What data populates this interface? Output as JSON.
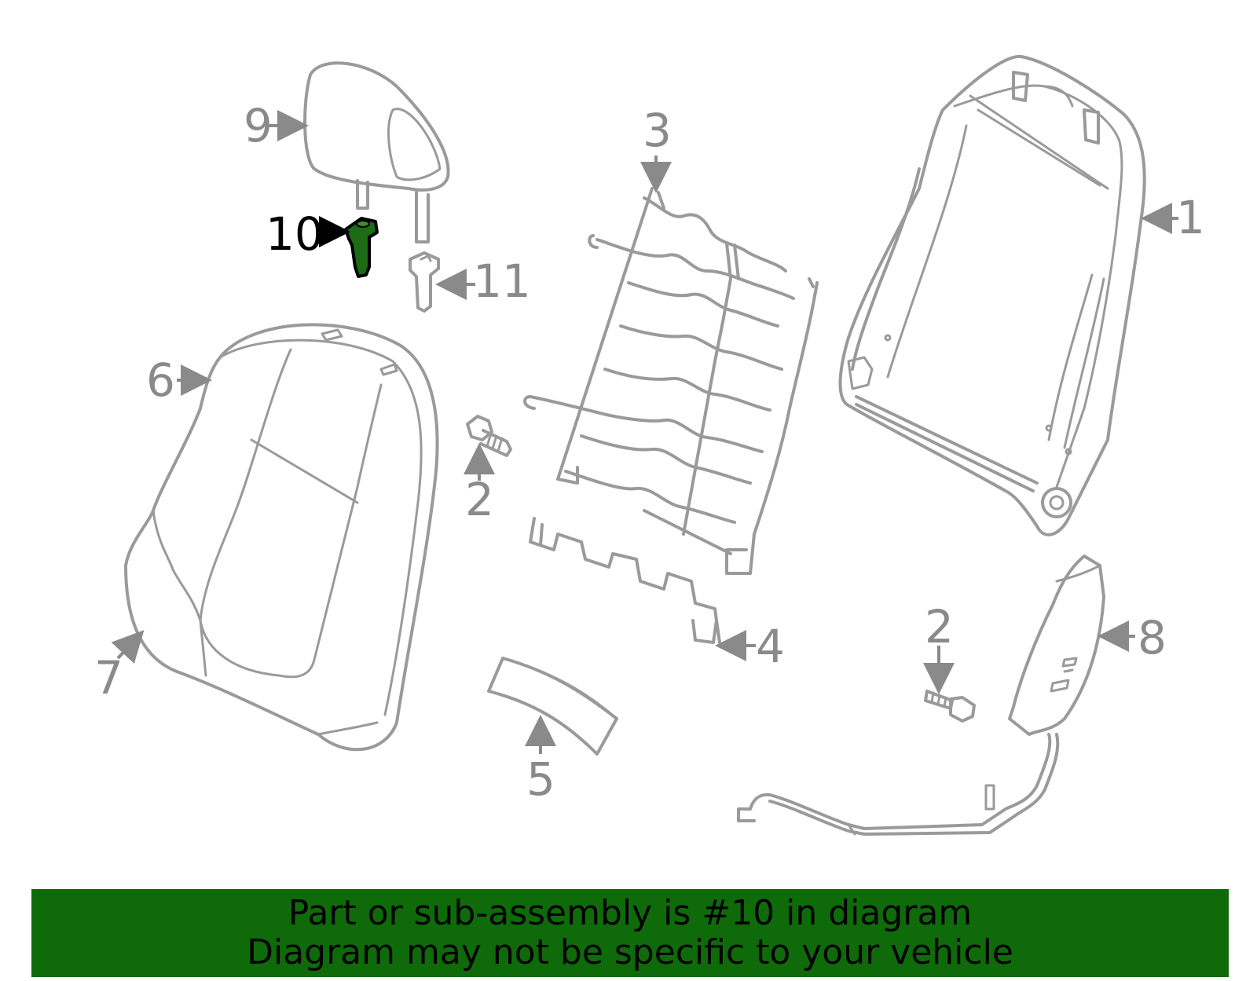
{
  "callouts": {
    "c1": "1",
    "c2a": "2",
    "c2b": "2",
    "c3": "3",
    "c4": "4",
    "c5": "5",
    "c6": "6",
    "c7": "7",
    "c8": "8",
    "c9": "9",
    "c10": "10",
    "c11": "11"
  },
  "highlighted_part": "10",
  "colors": {
    "highlight": "#1e6b15",
    "banner": "#0f6a0a",
    "line": "#9a9a9a"
  },
  "banner": {
    "line1": "Part or sub-assembly is #10 in diagram",
    "line2": "Diagram may not be specific to your vehicle"
  }
}
